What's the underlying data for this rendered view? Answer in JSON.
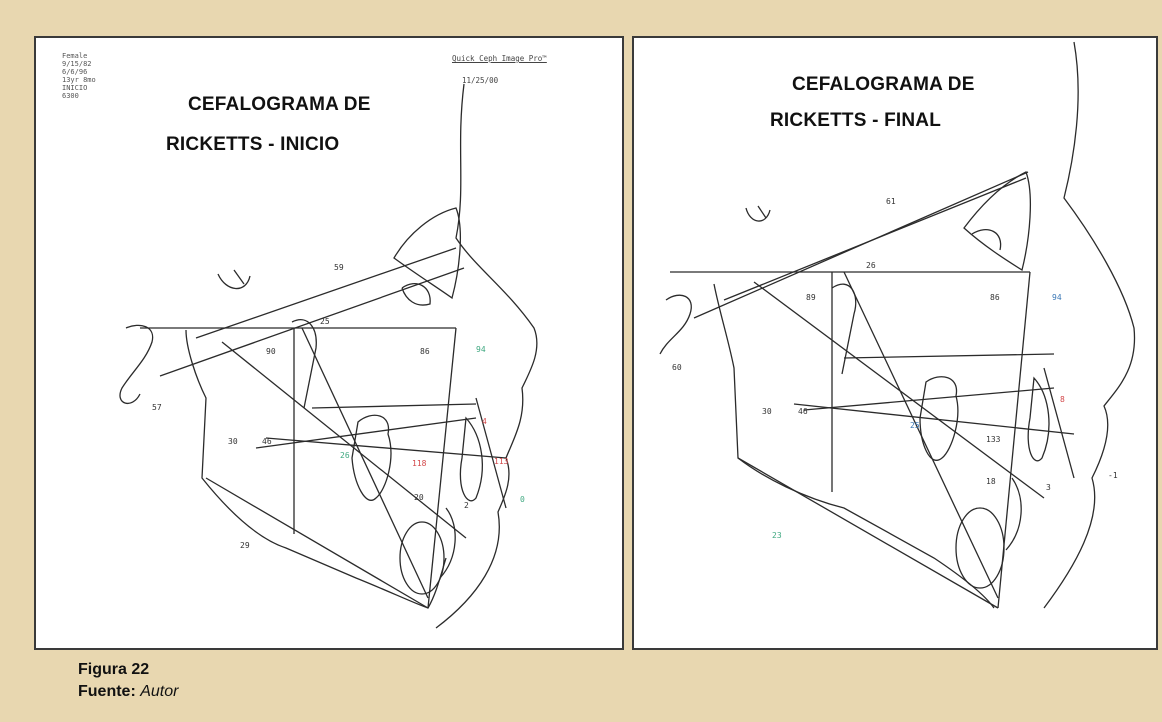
{
  "left_panel": {
    "title_line1": "CEFALOGRAMA DE",
    "title_line2": "RICKETTS - INICIO",
    "meta_lines": "Female\n9/15/82\n6/6/96\n13yr 8mo\nINICIO\n6300",
    "software": "Quick Ceph Image Pro™",
    "date": "11/25/00",
    "measurements": {
      "m59": "59",
      "m25": "25",
      "m90": "90",
      "m86": "86",
      "m94": "94",
      "m57": "57",
      "m30": "30",
      "m46": "46",
      "m4": "4",
      "m26": "26",
      "m118": "118",
      "m113": "113",
      "m20": "20",
      "m2": "2",
      "m0": "0",
      "m29": "29"
    }
  },
  "right_panel": {
    "title_line1": "CEFALOGRAMA DE",
    "title_line2": "RICKETTS - FINAL",
    "measurements": {
      "m61": "61",
      "m26": "26",
      "m89": "89",
      "m86": "86",
      "m94": "94",
      "m60": "60",
      "m30": "30",
      "m46": "46",
      "m8": "8",
      "m25": "25",
      "m133": "133",
      "m18": "18",
      "m3": "3",
      "mneg1": "-1",
      "m23": "23"
    }
  },
  "caption": {
    "figure_label": "Figura",
    "figure_number": "22",
    "source_label": "Fuente:",
    "source_value": "Autor"
  },
  "colors": {
    "background": "#e8d7b0",
    "blue_values": "#3b78b6",
    "red_values": "#d3484a",
    "green_values": "#3fa880"
  }
}
